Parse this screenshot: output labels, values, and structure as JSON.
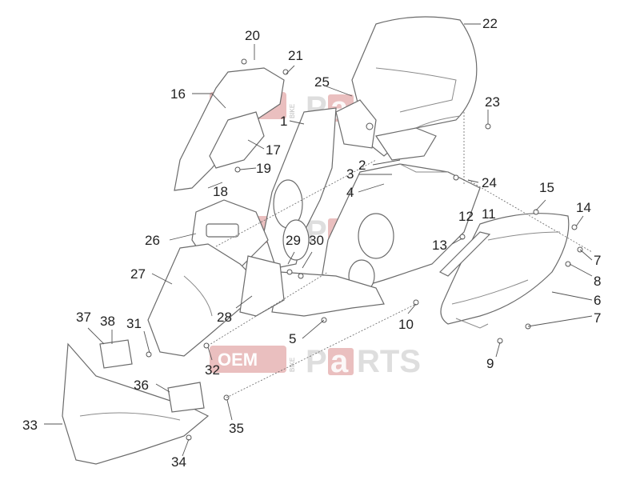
{
  "watermark": {
    "oem": "OEM",
    "bike": "BIKE",
    "parts_p": "P",
    "parts_a": "a",
    "parts_rts": "RTS"
  },
  "callouts": {
    "c1": "1",
    "c2": "2",
    "c3": "3",
    "c4": "4",
    "c5": "5",
    "c6": "6",
    "c7a": "7",
    "c7b": "7",
    "c8": "8",
    "c9": "9",
    "c10": "10",
    "c11": "11",
    "c12": "12",
    "c13": "13",
    "c14": "14",
    "c15": "15",
    "c16": "16",
    "c17": "17",
    "c18": "18",
    "c19": "19",
    "c20": "20",
    "c21": "21",
    "c22": "22",
    "c23": "23",
    "c24": "24",
    "c25": "25",
    "c26": "26",
    "c27": "27",
    "c28": "28",
    "c29": "29",
    "c30": "30",
    "c31": "31",
    "c32": "32",
    "c33": "33",
    "c34": "34",
    "c35": "35",
    "c36": "36",
    "c37": "37",
    "c38": "38"
  }
}
